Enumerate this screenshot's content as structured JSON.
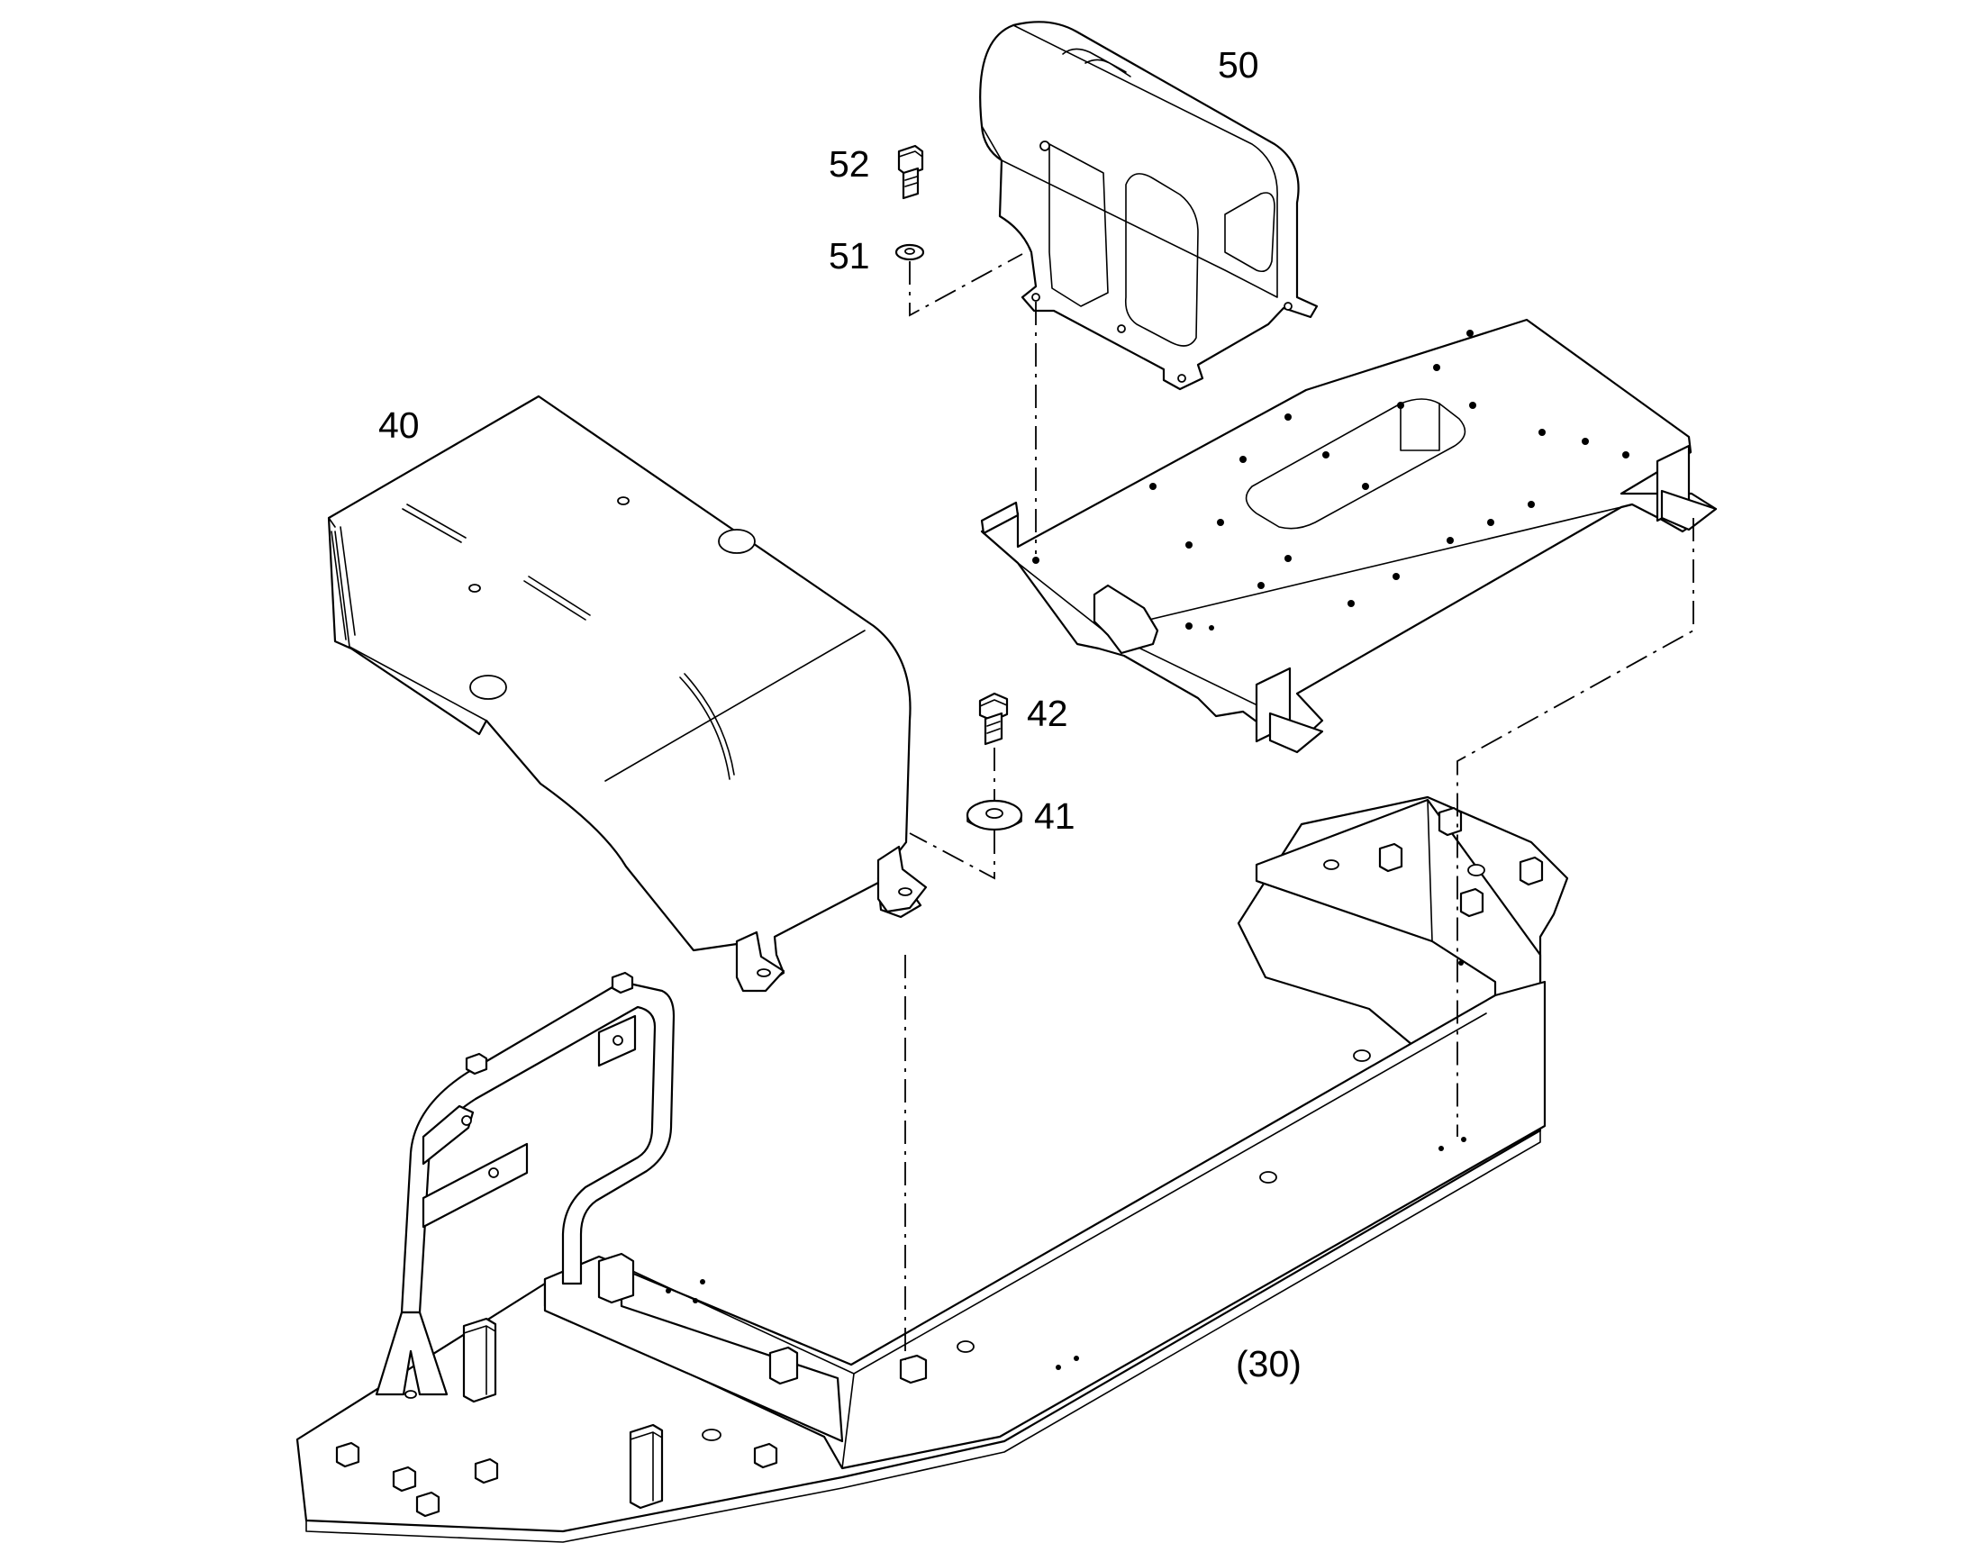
{
  "labels": {
    "part_50": "50",
    "part_52": "52",
    "part_51": "51",
    "part_40": "40",
    "part_42": "42",
    "part_41": "41",
    "part_30": "(30)"
  },
  "colors": {
    "line": "#000000",
    "background": "#ffffff"
  }
}
